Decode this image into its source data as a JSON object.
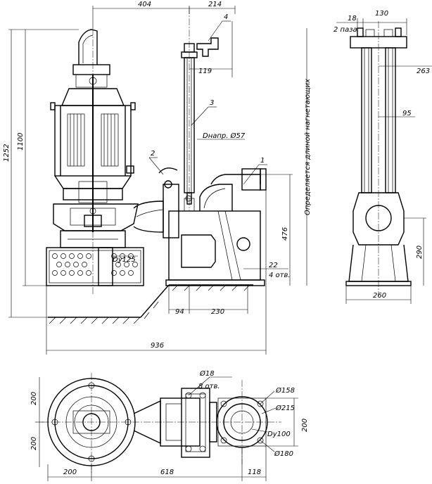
{
  "dimensions": {
    "top_404": "404",
    "top_214": "214",
    "d_119": "119",
    "d_ottr": "Dнапр. Ø57",
    "d_1252": "1252",
    "d_1100": "1100",
    "d_dy125": "Dy125",
    "d_476": "476",
    "d_22": "22",
    "d_4otv": "4 отв.",
    "d_94": "94",
    "d_230": "230",
    "d_936": "936",
    "side_18": "18",
    "side_130": "130",
    "side_2paza": "2 паза",
    "side_263": "263",
    "side_95": "95",
    "side_290": "290",
    "side_260": "260",
    "vertical_note": "Определяется длиной нагнетающих",
    "plan_d18": "Ø18",
    "plan_8otv": "8 отв.",
    "plan_d158": "Ø158",
    "plan_d215": "Ø215",
    "plan_dy100": "Dy100",
    "plan_d180": "Ø180",
    "plan_200a": "200",
    "plan_200b": "200",
    "plan_200c": "200",
    "plan_200bot": "200",
    "plan_618": "618",
    "plan_118": "118"
  },
  "callouts": {
    "c1": "1",
    "c2": "2",
    "c3": "3",
    "c4": "4"
  }
}
